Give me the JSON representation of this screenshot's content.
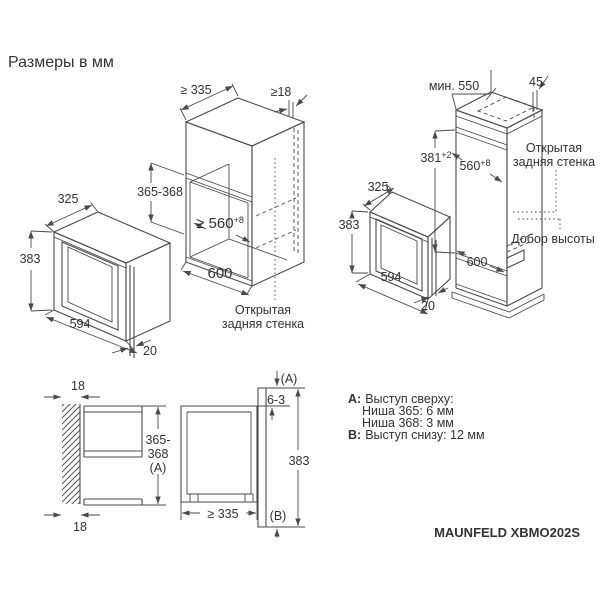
{
  "title": "Размеры в мм",
  "model_label": "MAUNFELD XBMO202S",
  "colors": {
    "line": "#4a4a4a",
    "text": "#333333",
    "background": "#ffffff"
  },
  "oven_iso": {
    "depth": "325",
    "height": "383",
    "width": "594",
    "frame_depth": "20"
  },
  "niche_iso": {
    "depth_min": "≥ 335",
    "panel_min": "≥18",
    "height_range": "365-368",
    "inner_width": "≥ 560",
    "inner_width_tol": "+8",
    "front_width": "600",
    "open_back_line1": "Открытая",
    "open_back_line2": "задняя стенка"
  },
  "column_iso": {
    "depth_min": "мин. 550",
    "top_reveal": "45",
    "niche_height": "381",
    "niche_height_tol": "+2",
    "inner_width": "560",
    "inner_width_tol": "+8",
    "front_width": "600",
    "open_back_line1": "Открытая",
    "open_back_line2": "задняя стенка",
    "filler_label": "Добор высоты",
    "oven": {
      "depth": "325",
      "height": "383",
      "width": "594",
      "frame_depth": "20"
    }
  },
  "side_section": {
    "wall_gap_top": "18",
    "wall_gap_bottom": "18",
    "niche_height_line1": "365-",
    "niche_height_line2": "368",
    "niche_height_line3": "(A)",
    "callout_a": "(A)",
    "top_protrusion": "6-3",
    "front_height": "383",
    "depth_min": "≥ 335",
    "callout_b": "(B)"
  },
  "legend": {
    "a_key": "A:",
    "a_text": "Выступ сверху:",
    "a_row1": "Ниша 365: 6 мм",
    "a_row2": "Ниша 368: 3 мм",
    "b_key": "B:",
    "b_text": "Выступ снизу: 12 мм"
  }
}
